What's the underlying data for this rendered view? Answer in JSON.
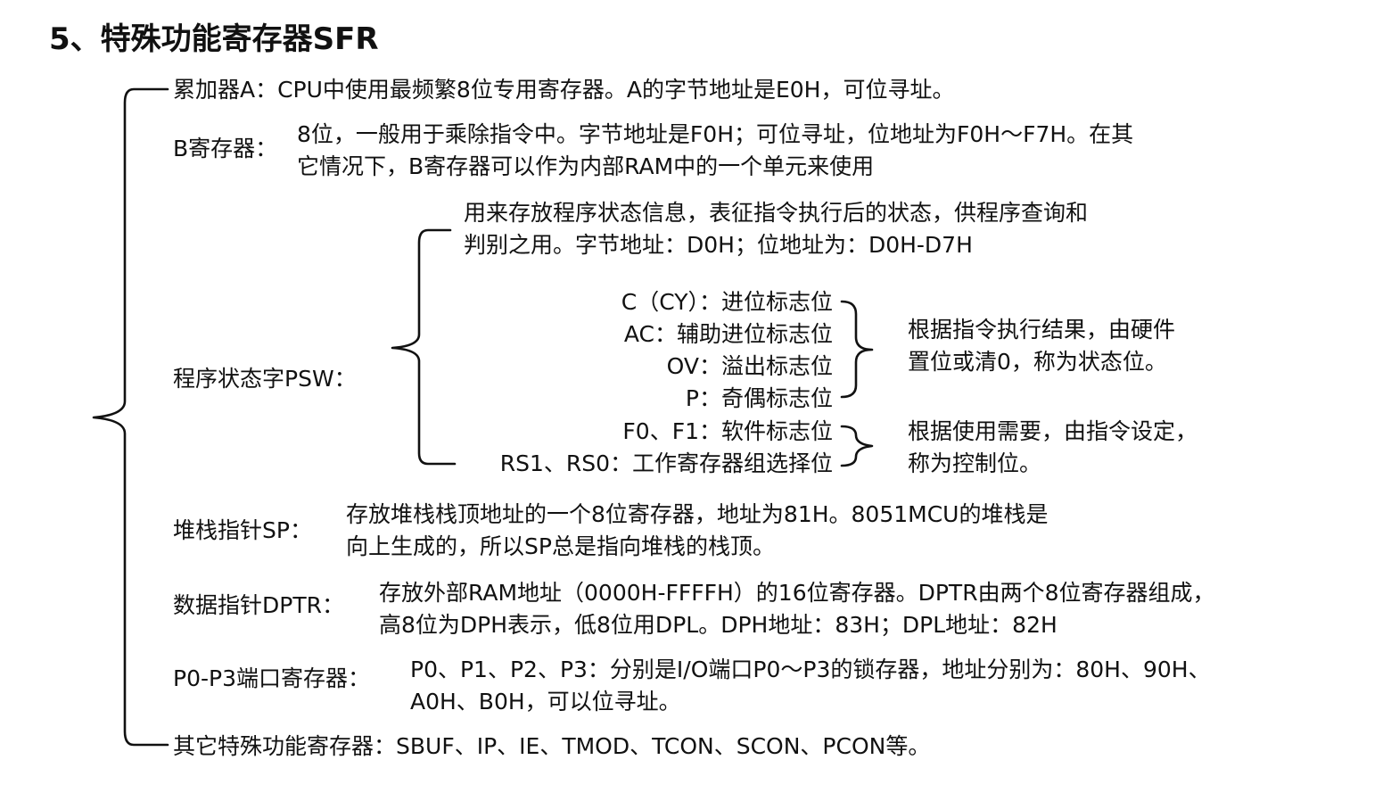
{
  "title": "5、特殊功能寄存器SFR",
  "acc": {
    "line": "累加器A：CPU中使用最频繁8位专用寄存器。A的字节地址是E0H，可位寻址。"
  },
  "breg": {
    "label": "B寄存器：",
    "line1": "8位，一般用于乘除指令中。字节地址是F0H；可位寻址，位地址为F0H～F7H。在其",
    "line2": "它情况下，B寄存器可以作为内部RAM中的一个单元来使用"
  },
  "psw": {
    "label": "程序状态字PSW：",
    "desc1": "用来存放程序状态信息，表征指令执行后的状态，供程序查询和",
    "desc2": "判别之用。字节地址：D0H；位地址为：D0H-D7H",
    "flags_status": [
      "C（CY）：进位标志位",
      "AC：辅助进位标志位",
      "OV：溢出标志位",
      "P：奇偶标志位"
    ],
    "status_note1": "根据指令执行结果，由硬件",
    "status_note2": "置位或清0，称为状态位。",
    "flags_control": [
      "F0、F1：软件标志位",
      "RS1、RS0：工作寄存器组选择位"
    ],
    "control_note1": "根据使用需要，由指令设定，",
    "control_note2": "称为控制位。"
  },
  "sp": {
    "label": "堆栈指针SP：",
    "line1": "存放堆栈栈顶地址的一个8位寄存器，地址为81H。8051MCU的堆栈是",
    "line2": "向上生成的，所以SP总是指向堆栈的栈顶。"
  },
  "dptr": {
    "label": "数据指针DPTR：",
    "line1": "存放外部RAM地址（0000H-FFFFH）的16位寄存器。DPTR由两个8位寄存器组成，",
    "line2": "高8位为DPH表示，低8位用DPL。DPH地址：83H；DPL地址：82H"
  },
  "ports": {
    "label": "P0-P3端口寄存器：",
    "line1": "P0、P1、P2、P3：分别是I/O端口P0～P3的锁存器，地址分别为：80H、90H、",
    "line2": "A0H、B0H，可以位寻址。"
  },
  "others": {
    "line": "其它特殊功能寄存器：SBUF、IP、IE、TMOD、TCON、SCON、PCON等。"
  }
}
